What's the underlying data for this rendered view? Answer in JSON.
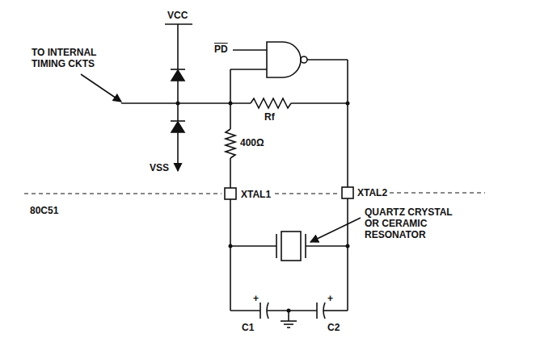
{
  "diagram": {
    "labels": [
      "TO INTERNAL TIMING CKTS",
      "VCC",
      "PD",
      "Rf",
      "400Ω",
      "VSS",
      "80C51",
      "XTAL1",
      "XTAL2",
      "QUARTZ CRYSTAL OR CERAMIC RESONATOR",
      "+",
      "+",
      "C1",
      "C2"
    ]
  }
}
